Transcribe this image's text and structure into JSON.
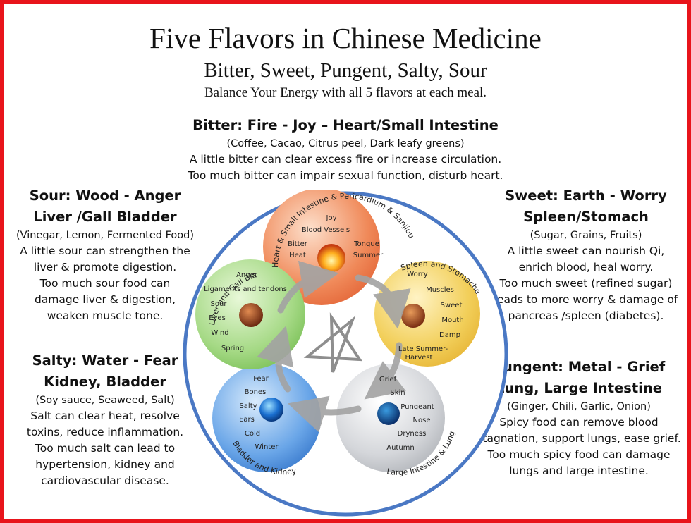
{
  "title": "Five Flavors in Chinese Medicine",
  "subtitle": "Bitter, Sweet, Pungent, Salty, Sour",
  "tagline": "Balance Your Energy with all 5 flavors at each meal.",
  "colors": {
    "frame": "#e8141b",
    "outer_ring": "#4a78c4",
    "fire": "#f08a5a",
    "earth": "#f2cf5a",
    "metal": "#c9ccd0",
    "water": "#5c9ae0",
    "wood": "#9fd57e"
  },
  "flavors": {
    "bitter": {
      "heading": "Bitter:  Fire - Joy – Heart/Small Intestine",
      "examples": "(Coffee, Cacao, Citrus peel, Dark leafy greens)",
      "lines": [
        "A little bitter can clear excess fire or increase circulation.",
        "Too much bitter can impair sexual function, disturb heart."
      ]
    },
    "sour": {
      "heading": [
        "Sour: Wood - Anger",
        "Liver /Gall Bladder"
      ],
      "examples": "(Vinegar, Lemon, Fermented Food)",
      "lines": [
        "A little sour can strengthen the",
        "liver & promote digestion.",
        "Too much sour food can",
        "damage liver & digestion,",
        "weaken muscle tone."
      ]
    },
    "sweet": {
      "heading": [
        "Sweet: Earth - Worry",
        "Spleen/Stomach"
      ],
      "examples": "(Sugar, Grains, Fruits)",
      "lines": [
        "A little sweet can nourish Qi,",
        "enrich blood, heal worry.",
        "Too much sweet (refined sugar)",
        "leads to more worry & damage of",
        "pancreas /spleen (diabetes)."
      ]
    },
    "salty": {
      "heading": [
        "Salty: Water - Fear",
        "Kidney, Bladder"
      ],
      "examples": "(Soy sauce, Seaweed, Salt)",
      "lines": [
        "Salt can clear heat, resolve",
        "toxins, reduce inflammation.",
        "Too much salt can lead to",
        "hypertension, kidney and",
        "cardiovascular disease."
      ]
    },
    "pungent": {
      "heading": [
        "Pungent: Metal - Grief",
        "Lung, Large Intestine"
      ],
      "examples": "(Ginger, Chili, Garlic, Onion)",
      "lines": [
        "Spicy food can remove blood",
        "stagnation, support lungs, ease grief.",
        "Too much spicy food can damage",
        "lungs and large intestine."
      ]
    }
  },
  "elements": {
    "fire": {
      "arc_label": "Heart & Small Intestine & Pericardium & Sanjiou",
      "items": [
        "Joy",
        "Blood Vessels",
        "Bitter",
        "Heat",
        "Tongue",
        "Summer"
      ]
    },
    "earth": {
      "arc_label": "Spleen and Stomache",
      "items": [
        "Worry",
        "Muscles",
        "Sweet",
        "Mouth",
        "Damp",
        "Late Summer-",
        "Harvest"
      ]
    },
    "metal": {
      "arc_label": "Large Intestine & Lung",
      "items": [
        "Grief",
        "Skin",
        "Pungeant",
        "Nose",
        "Dryness",
        "Autumn"
      ]
    },
    "water": {
      "arc_label": "Bladder and Kidney",
      "items": [
        "Fear",
        "Bones",
        "Salty",
        "Ears",
        "Cold",
        "Winter"
      ]
    },
    "wood": {
      "arc_label": "Liver and Gall Bladder",
      "items": [
        "Anger",
        "Ligaments and tendons",
        "Sour",
        "Eyes",
        "Wind",
        "Spring"
      ]
    }
  }
}
